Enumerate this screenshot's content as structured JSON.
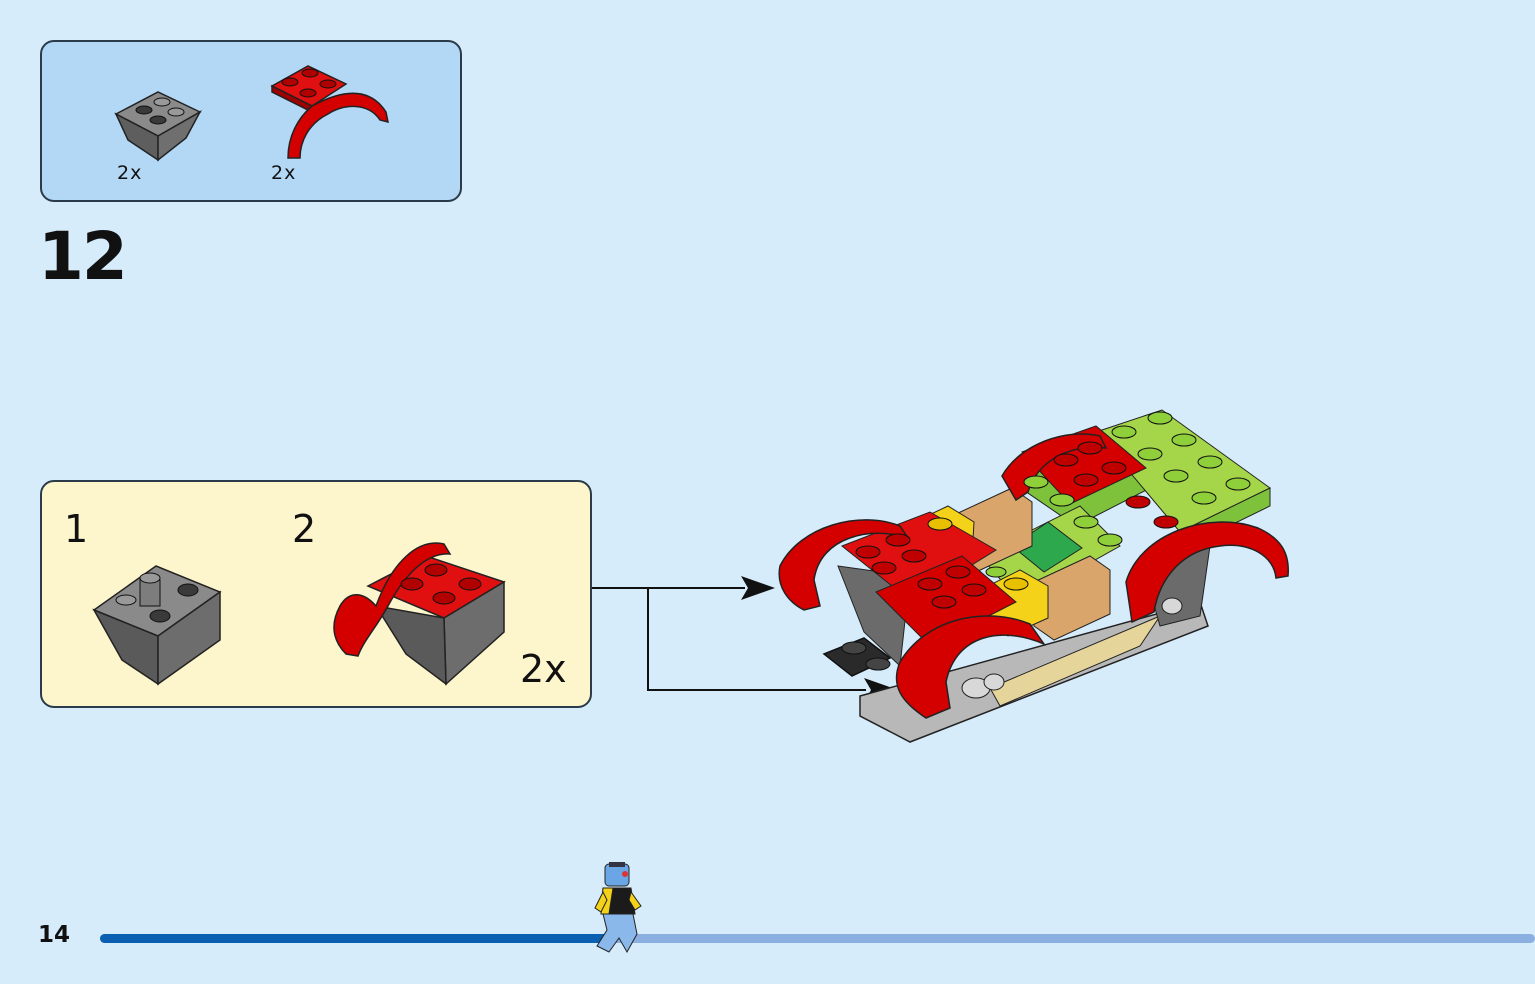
{
  "parts_list": {
    "items": [
      {
        "part": "gray-inverted-slope-brick-icon",
        "qty": "2x"
      },
      {
        "part": "red-mudguard-plate-icon",
        "qty": "2x"
      }
    ]
  },
  "step": {
    "number": "12"
  },
  "subassembly": {
    "steps": [
      {
        "number": "1",
        "part": "gray-inverted-slope-brick-icon"
      },
      {
        "number": "2",
        "part": "red-mudguard-plate-icon"
      }
    ],
    "multiplier": "2x"
  },
  "footer": {
    "page_number": "14",
    "progress": 0.36
  },
  "colors": {
    "background": "#d6ecfa",
    "parts_box": "#b3d8f6",
    "subassembly_box": "#fdf5cc",
    "brick_red": "#d40000",
    "brick_gray": "#6b6b6b",
    "brick_lime": "#a5d64a",
    "brick_tan": "#d9a56b",
    "brick_yellow": "#f5d21a",
    "brick_green": "#2da84d",
    "progress_fill": "#0a5fb0",
    "progress_track": "#8aafe0"
  }
}
